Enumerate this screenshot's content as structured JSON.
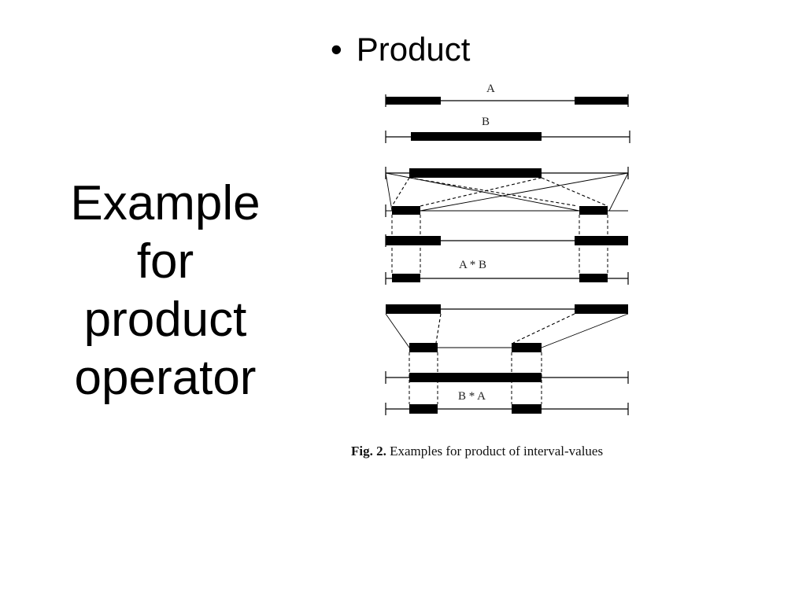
{
  "slide": {
    "title_lines": [
      "Example",
      "for",
      "product",
      "operator"
    ],
    "bullet": "Product",
    "bullet_marker": "•"
  },
  "figure": {
    "labels": {
      "a": "A",
      "b": "B",
      "a_times_b": "A * B",
      "b_times_a": "B * A"
    },
    "caption": {
      "prefix": "Fig. 2.",
      "text": " Examples for product of interval-values"
    }
  }
}
